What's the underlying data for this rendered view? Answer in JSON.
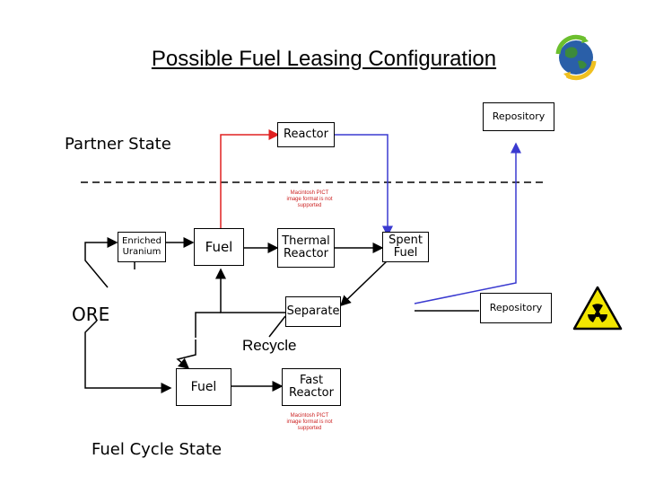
{
  "title": "Possible Fuel Leasing Configuration",
  "labels": {
    "partner_state": "Partner State",
    "fuel_cycle_state": "Fuel Cycle State",
    "ore": "ORE",
    "recycle": "Recycle",
    "repository_top": "Repository",
    "repository_right": "Repository",
    "reactor": "Reactor",
    "enriched_uranium": "Enriched Uranium",
    "fuel_mid": "Fuel",
    "thermal_reactor": "Thermal Reactor",
    "spent_fuel": "Spent Fuel",
    "separate": "Separate",
    "fuel_bottom": "Fuel",
    "fast_reactor": "Fast Reactor"
  },
  "placeholders": {
    "top": "Macintosh PICT image format is not supported",
    "bottom": "Macintosh PICT image format is not supported"
  },
  "icons": {
    "globe": "recycling-globe-icon",
    "hazard": "radiation-hazard-icon"
  },
  "colors": {
    "red_arrow": "#e02020",
    "blue_arrow": "#3a3ad0",
    "hazard_yellow": "#f2e600"
  }
}
